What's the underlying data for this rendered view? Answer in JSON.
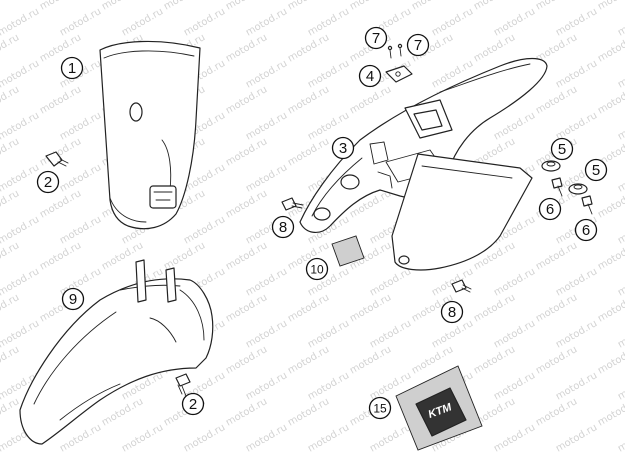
{
  "watermark": {
    "text": "motod.ru"
  },
  "callouts": [
    {
      "id": "1",
      "label": "1"
    },
    {
      "id": "2a",
      "label": "2"
    },
    {
      "id": "2b",
      "label": "2"
    },
    {
      "id": "3",
      "label": "3"
    },
    {
      "id": "4",
      "label": "4"
    },
    {
      "id": "5a",
      "label": "5"
    },
    {
      "id": "5b",
      "label": "5"
    },
    {
      "id": "6a",
      "label": "6"
    },
    {
      "id": "6b",
      "label": "6"
    },
    {
      "id": "7a",
      "label": "7"
    },
    {
      "id": "7b",
      "label": "7"
    },
    {
      "id": "8a",
      "label": "8"
    },
    {
      "id": "8b",
      "label": "8"
    },
    {
      "id": "9",
      "label": "9"
    },
    {
      "id": "10",
      "label": "10"
    },
    {
      "id": "15",
      "label": "15"
    }
  ],
  "decal": {
    "logo_text": "KTM"
  }
}
